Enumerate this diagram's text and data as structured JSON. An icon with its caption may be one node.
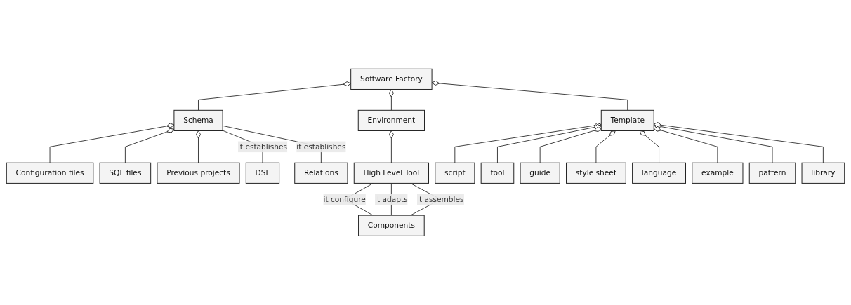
{
  "diagram": {
    "nodes": [
      {
        "text": [
          "Software Factory"
        ]
      },
      {
        "text": [
          "Configuration files"
        ]
      },
      {
        "text": [
          "SQL files"
        ]
      },
      {
        "text": [
          "Previous projects"
        ]
      },
      {
        "text": [
          "Schema"
        ]
      },
      {
        "text": [
          "Template"
        ]
      },
      {
        "text": [
          "DSL"
        ]
      },
      {
        "text": [
          "Relations"
        ]
      },
      {
        "text": [
          "Environment"
        ]
      },
      {
        "text": [
          "High Level Tool"
        ]
      },
      {
        "text": [
          "script"
        ]
      },
      {
        "text": [
          "tool"
        ]
      },
      {
        "text": [
          "guide"
        ]
      },
      {
        "text": [
          "style sheet"
        ]
      },
      {
        "text": [
          "language"
        ]
      },
      {
        "text": [
          "example"
        ]
      },
      {
        "text": [
          "pattern"
        ]
      },
      {
        "text": [
          "library"
        ]
      },
      {
        "text": [
          "Components"
        ]
      }
    ],
    "edges": [
      {
        "from": 0,
        "to": 4,
        "arrow": "other"
      },
      {
        "from": 0,
        "to": 5,
        "arrow": "other"
      },
      {
        "from": 0,
        "to": 8,
        "arrow": "other"
      },
      {
        "from": 4,
        "to": 1,
        "arrow": "other"
      },
      {
        "from": 4,
        "to": 2,
        "arrow": "other"
      },
      {
        "from": 4,
        "to": 3,
        "arrow": "other"
      },
      {
        "from": 4,
        "to": 6,
        "arrow": "none",
        "label": "it establishes"
      },
      {
        "from": 4,
        "to": 7,
        "arrow": "none",
        "label": "it establishes"
      },
      {
        "from": 5,
        "to": 10,
        "arrow": "other"
      },
      {
        "from": 5,
        "to": 11,
        "arrow": "other"
      },
      {
        "from": 5,
        "to": 12,
        "arrow": "other"
      },
      {
        "from": 5,
        "to": 13,
        "arrow": "other"
      },
      {
        "from": 5,
        "to": 14,
        "arrow": "other"
      },
      {
        "from": 5,
        "to": 15,
        "arrow": "other"
      },
      {
        "from": 5,
        "to": 16,
        "arrow": "other"
      },
      {
        "from": 5,
        "to": 17,
        "arrow": "other"
      },
      {
        "from": 8,
        "to": 9,
        "arrow": "other"
      },
      {
        "from": 9,
        "to": 18,
        "arrow": "none",
        "label": "it configure"
      },
      {
        "from": 9,
        "to": 18,
        "arrow": "none",
        "label": "it adapts"
      },
      {
        "from": 9,
        "to": 18,
        "arrow": "none",
        "label": "it assembles"
      }
    ]
  }
}
